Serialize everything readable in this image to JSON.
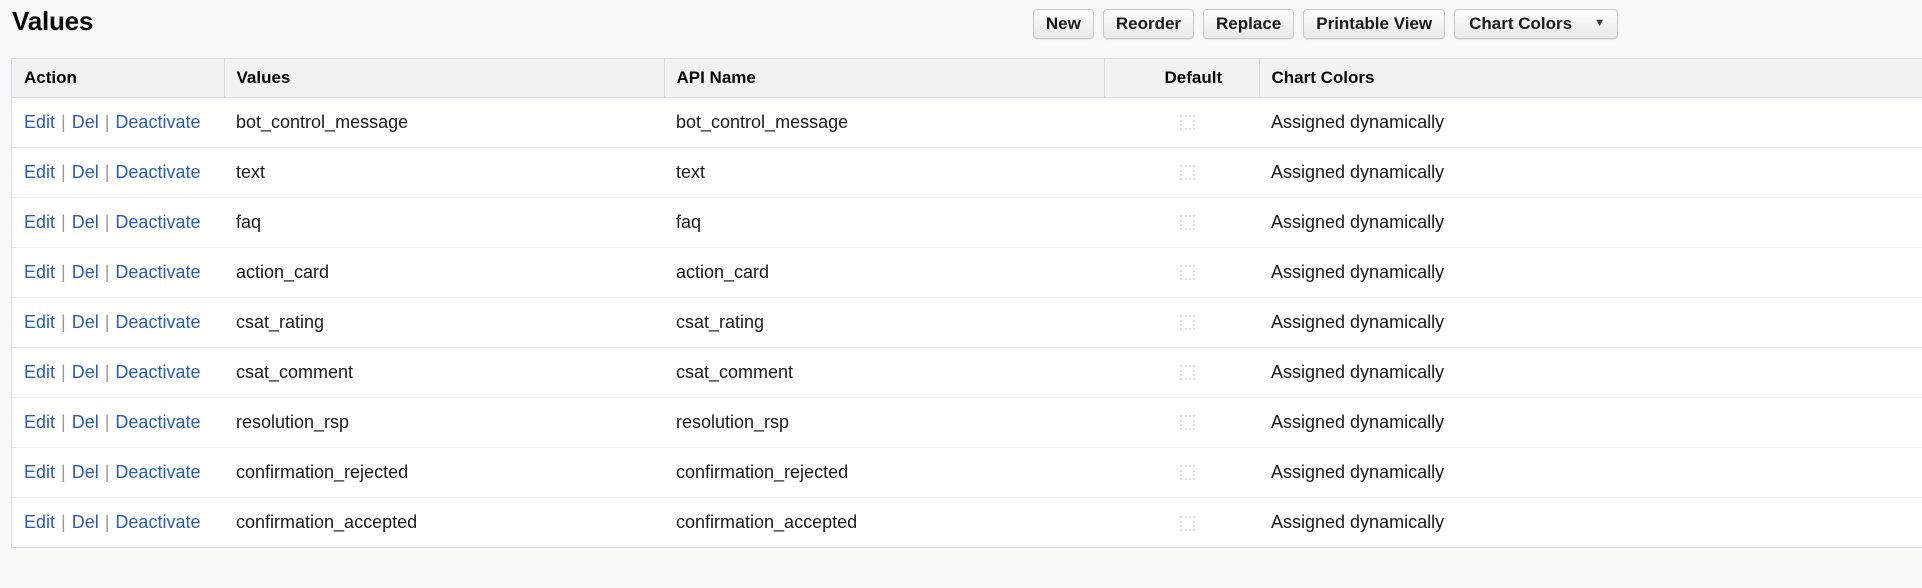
{
  "header": {
    "title": "Values"
  },
  "toolbar": {
    "new_label": "New",
    "reorder_label": "Reorder",
    "replace_label": "Replace",
    "printable_view_label": "Printable View",
    "chart_colors_label": "Chart Colors",
    "chart_colors_caret": "▼"
  },
  "table": {
    "columns": {
      "action": "Action",
      "values": "Values",
      "api_name": "API Name",
      "default": "Default",
      "chart_colors": "Chart Colors"
    },
    "action_links": {
      "edit": "Edit",
      "del": "Del",
      "deactivate": "Deactivate",
      "separator": "|"
    },
    "rows": [
      {
        "value": "bot_control_message",
        "api_name": "bot_control_message",
        "default_checked": false,
        "chart_colors": "Assigned dynamically"
      },
      {
        "value": "text",
        "api_name": "text",
        "default_checked": false,
        "chart_colors": "Assigned dynamically"
      },
      {
        "value": "faq",
        "api_name": "faq",
        "default_checked": false,
        "chart_colors": "Assigned dynamically"
      },
      {
        "value": "action_card",
        "api_name": "action_card",
        "default_checked": false,
        "chart_colors": "Assigned dynamically"
      },
      {
        "value": "csat_rating",
        "api_name": "csat_rating",
        "default_checked": false,
        "chart_colors": "Assigned dynamically"
      },
      {
        "value": "csat_comment",
        "api_name": "csat_comment",
        "default_checked": false,
        "chart_colors": "Assigned dynamically"
      },
      {
        "value": "resolution_rsp",
        "api_name": "resolution_rsp",
        "default_checked": false,
        "chart_colors": "Assigned dynamically"
      },
      {
        "value": "confirmation_rejected",
        "api_name": "confirmation_rejected",
        "default_checked": false,
        "chart_colors": "Assigned dynamically"
      },
      {
        "value": "confirmation_accepted",
        "api_name": "confirmation_accepted",
        "default_checked": false,
        "chart_colors": "Assigned dynamically"
      }
    ]
  },
  "colors": {
    "link": "#2a5db0",
    "page_background": "#f8f8f8",
    "header_background": "#f2f2f2",
    "border": "#d8dde6"
  }
}
